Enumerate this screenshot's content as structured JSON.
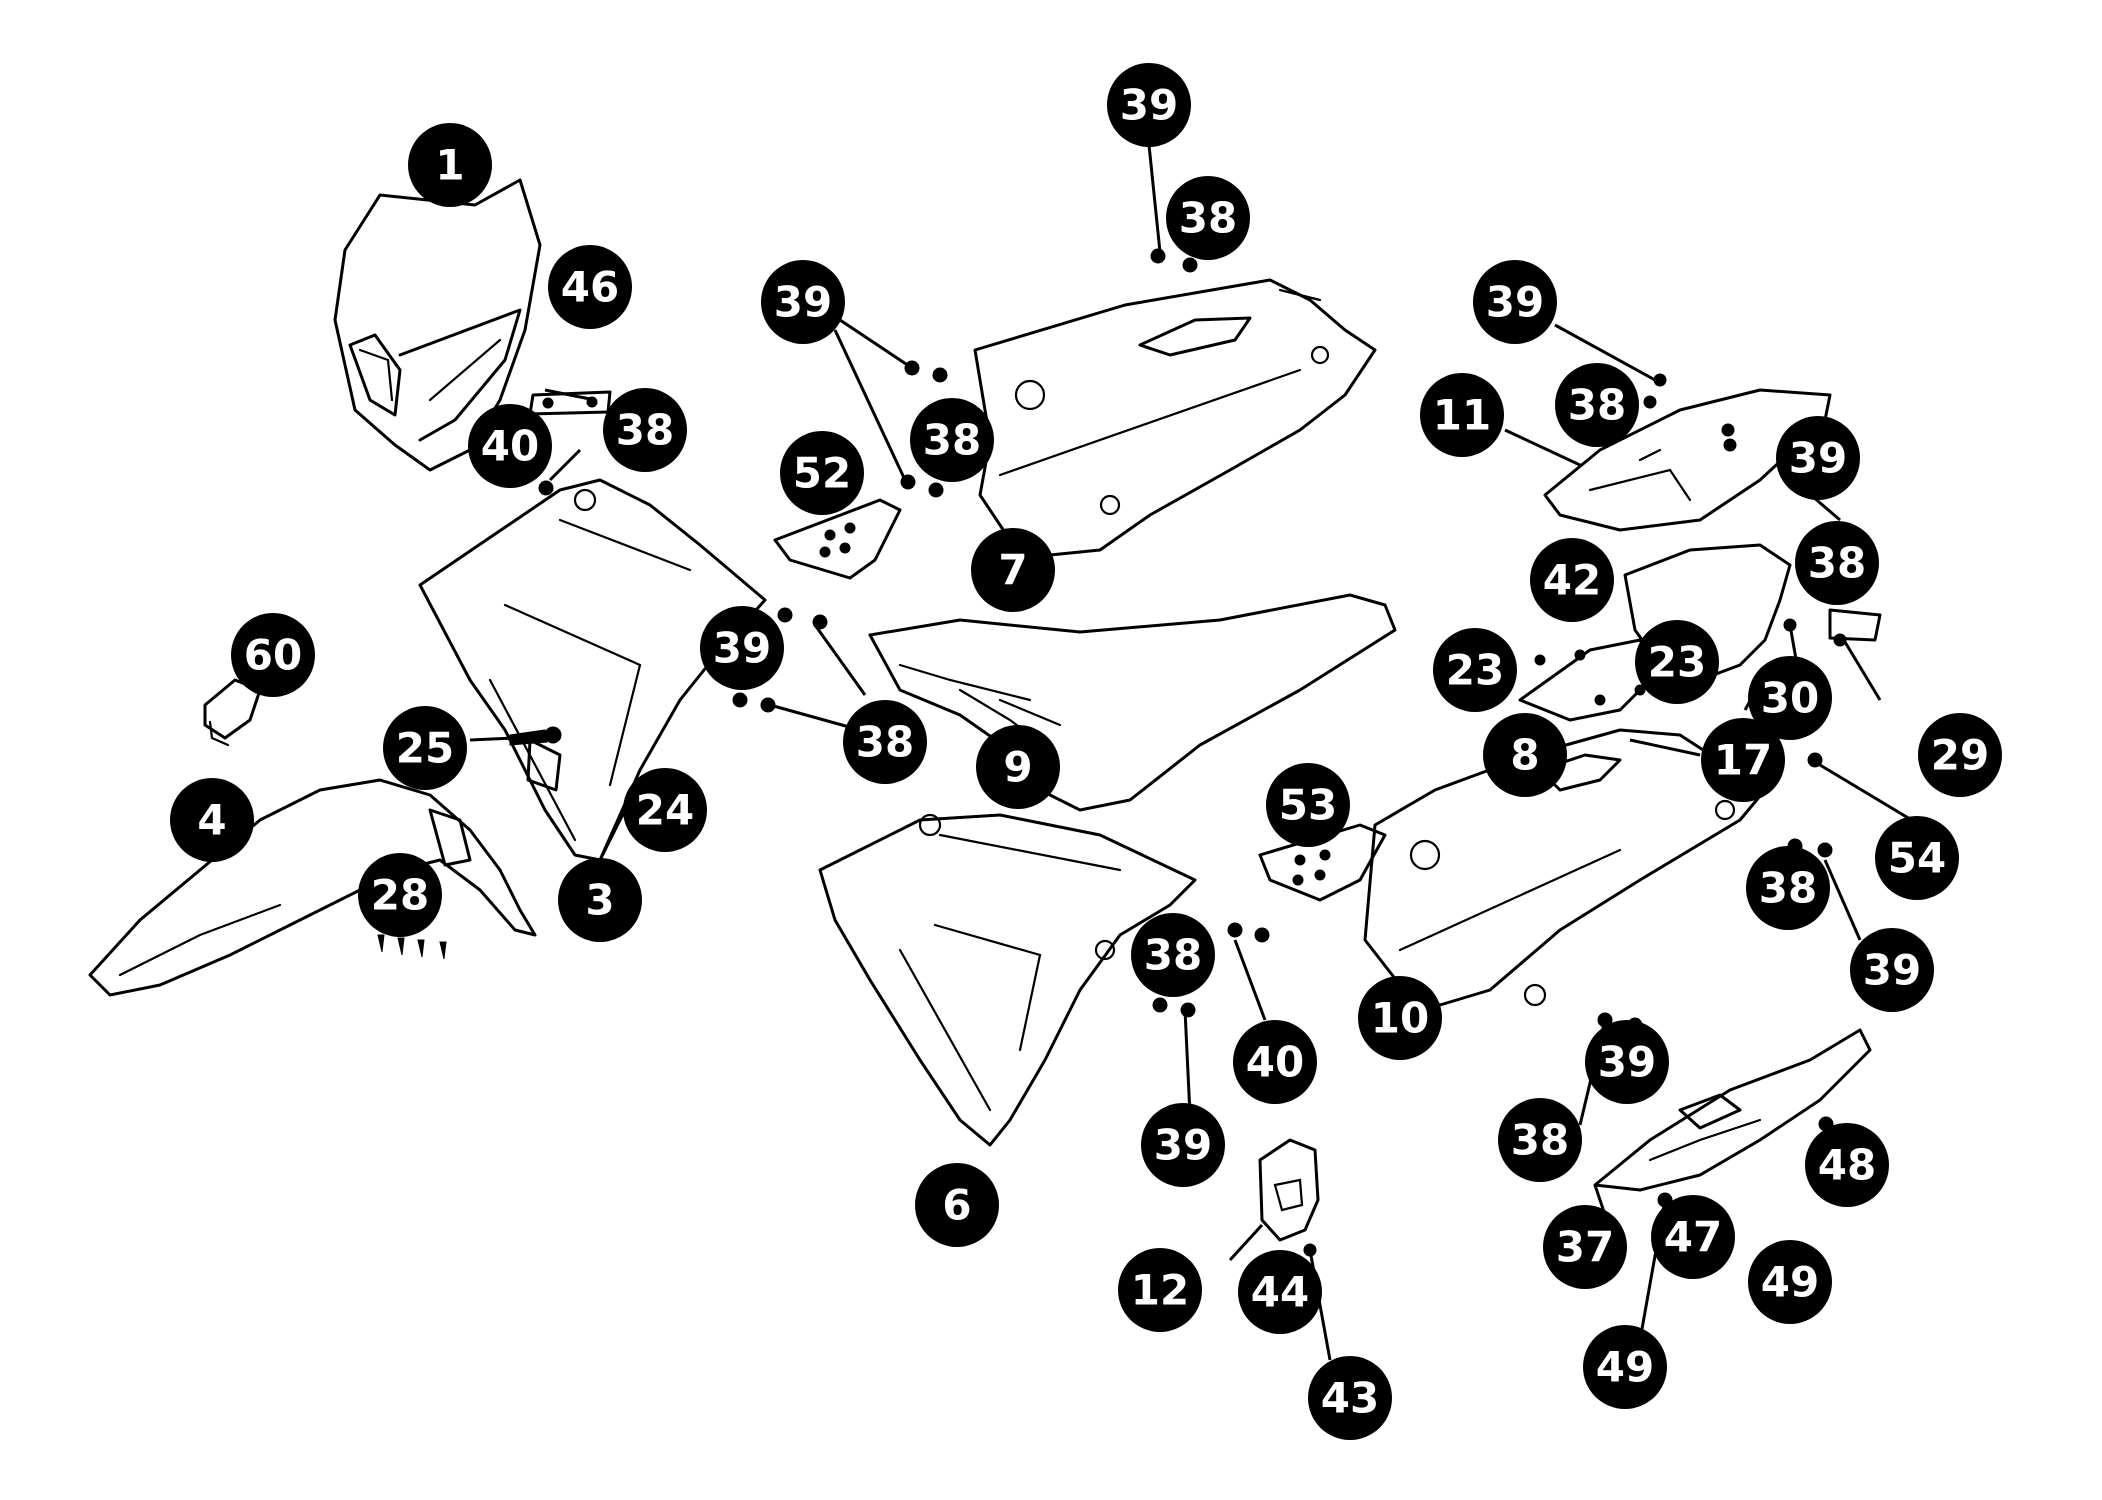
{
  "colors": {
    "ink": "#000000",
    "paper": "#ffffff",
    "label_text": "#ffffff"
  },
  "callouts": [
    {
      "label": "1"
    },
    {
      "label": "46"
    },
    {
      "label": "40"
    },
    {
      "label": "38"
    },
    {
      "label": "39"
    },
    {
      "label": "38"
    },
    {
      "label": "39"
    },
    {
      "label": "38"
    },
    {
      "label": "52"
    },
    {
      "label": "7"
    },
    {
      "label": "39"
    },
    {
      "label": "38"
    },
    {
      "label": "11"
    },
    {
      "label": "39"
    },
    {
      "label": "38"
    },
    {
      "label": "60"
    },
    {
      "label": "39"
    },
    {
      "label": "38"
    },
    {
      "label": "25"
    },
    {
      "label": "24"
    },
    {
      "label": "4"
    },
    {
      "label": "28"
    },
    {
      "label": "3"
    },
    {
      "label": "9"
    },
    {
      "label": "42"
    },
    {
      "label": "23"
    },
    {
      "label": "23"
    },
    {
      "label": "30"
    },
    {
      "label": "29"
    },
    {
      "label": "17"
    },
    {
      "label": "8"
    },
    {
      "label": "53"
    },
    {
      "label": "54"
    },
    {
      "label": "38"
    },
    {
      "label": "39"
    },
    {
      "label": "10"
    },
    {
      "label": "38"
    },
    {
      "label": "40"
    },
    {
      "label": "39"
    },
    {
      "label": "6"
    },
    {
      "label": "39"
    },
    {
      "label": "38"
    },
    {
      "label": "48"
    },
    {
      "label": "37"
    },
    {
      "label": "47"
    },
    {
      "label": "49"
    },
    {
      "label": "49"
    },
    {
      "label": "12"
    },
    {
      "label": "44"
    },
    {
      "label": "43"
    }
  ]
}
